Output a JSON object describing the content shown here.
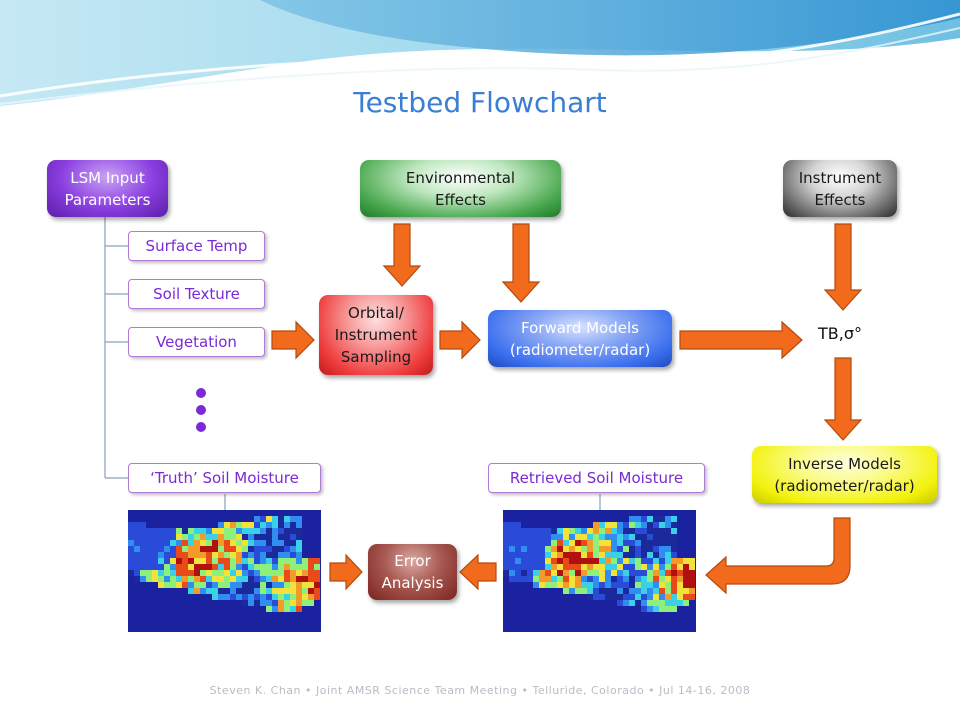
{
  "title": "Testbed Flowchart",
  "boxes": {
    "lsm": "LSM Input\nParameters",
    "env": "Environmental\nEffects",
    "inst": "Instrument\nEffects",
    "orbital": "Orbital/\nInstrument\nSampling",
    "forward": "Forward Models\n(radiometer/radar)",
    "inverse": "Inverse Models\n(radiometer/radar)",
    "error": "Error\nAnalysis"
  },
  "items": {
    "surface_temp": "Surface Temp",
    "soil_texture": "Soil Texture",
    "vegetation": "Vegetation",
    "truth_sm": "‘Truth’ Soil Moisture",
    "retrieved_sm": "Retrieved Soil Moisture"
  },
  "tb_label": "TB,σ°",
  "footer": "Steven K. Chan • Joint AMSR Science Team Meeting • Telluride, Colorado • Jul 14-16, 2008",
  "colors": {
    "title": "#3a7fd4",
    "lsm": "#8a3ee0",
    "env": "#2e9a3a",
    "inst": "#4a4a4a",
    "orbital": "#ee3b3b",
    "forward": "#3b6fee",
    "inverse": "#f2f20c",
    "error": "#8a2a24",
    "arrow": "#f26a1b",
    "item_text": "#7a2ad6"
  }
}
